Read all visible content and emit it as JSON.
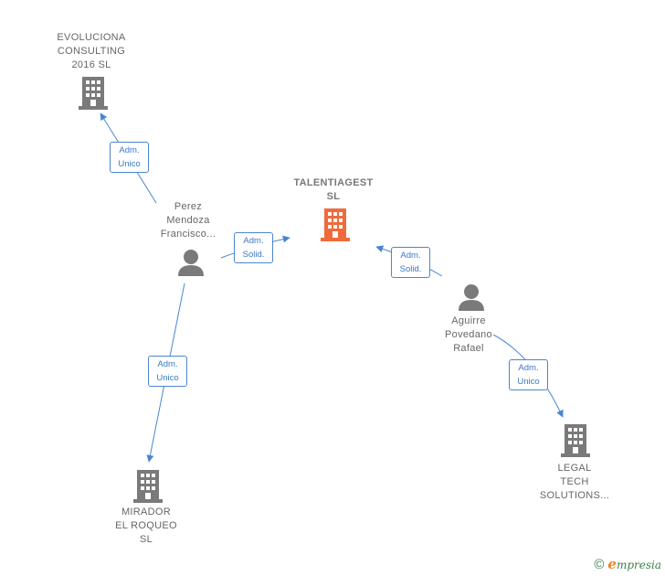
{
  "nodes": {
    "talentiagest": {
      "label": "TALENTIAGEST\nSL",
      "type": "company",
      "color": "#f06a3c"
    },
    "evoluciona": {
      "label": "EVOLUCIONA\nCONSULTING\n2016  SL",
      "type": "company",
      "color": "#7a7a7a"
    },
    "mirador": {
      "label": "MIRADOR\nEL ROQUEO\nSL",
      "type": "company",
      "color": "#7a7a7a"
    },
    "legal_tech": {
      "label": "LEGAL\nTECH\nSOLUTIONS...",
      "type": "company",
      "color": "#7a7a7a"
    },
    "perez": {
      "label": "Perez\nMendoza\nFrancisco...",
      "type": "person",
      "color": "#7a7a7a"
    },
    "aguirre": {
      "label": "Aguirre\nPovedano\nRafael",
      "type": "person",
      "color": "#7a7a7a"
    }
  },
  "relations": {
    "perez_evoluciona": "Adm.\nUnico",
    "perez_talentiagest": "Adm.\nSolid.",
    "perez_mirador": "Adm.\nUnico",
    "aguirre_talentiagest": "Adm.\nSolid.",
    "aguirre_legal": "Adm.\nUnico"
  },
  "footer": {
    "copyright": "©",
    "brand_initial": "e",
    "brand_rest": "mpresia"
  },
  "colors": {
    "edge": "#4a86d0",
    "main_company": "#f06a3c",
    "entity": "#7a7a7a"
  }
}
